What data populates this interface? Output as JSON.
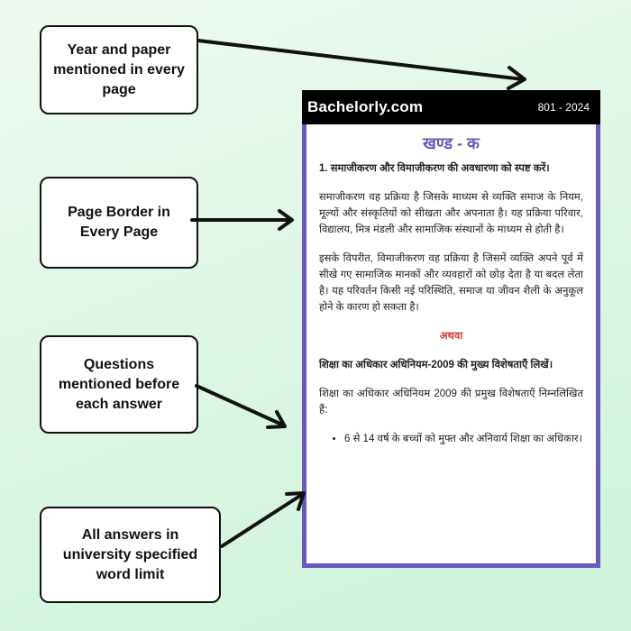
{
  "callouts": {
    "year_paper": "Year and paper mentioned in every page",
    "page_border": "Page Border in Every Page",
    "questions": "Questions mentioned before each answer",
    "word_limit": "All answers in university specified word limit"
  },
  "document": {
    "brand": "Bachelorly.com",
    "paper_code": "801 - 2024",
    "section_title": "खण्ड - क",
    "question1": "1. समाजीकरण और विमाजीकरण की अवधारणा को स्पष्ट करें।",
    "para1": "समाजीकरण वह प्रक्रिया है जिसके माध्यम से व्यक्ति समाज के नियम, मूल्यों और संस्कृतियों को सीखता और अपनाता है। यह प्रक्रिया परिवार, विद्यालय, मित्र मंडली और सामाजिक संस्थानों के माध्यम से होती है।",
    "para2": "इसके विपरीत, विमाजीकरण वह प्रक्रिया है जिसमें व्यक्ति अपने पूर्व में सीखे गए सामाजिक मानकों और व्यवहारों को छोड़ देता है या बदल लेता है। यह परिवर्तन किसी नई परिस्थिति, समाज या जीवन शैली के अनुकूल होने के कारण हो सकता है।",
    "or_label": "अथवा",
    "question2": "शिक्षा का अधिकार अधिनियम-2009 की मुख्य विशेषताएँ लिखें।",
    "para3": "शिक्षा का अधिकार अधिनियम 2009 की प्रमुख विशेषताएँ निम्नलिखित हैं:",
    "bullet1": "6 से 14 वर्ष के बच्चों को मुफ्त और अनिवार्य शिक्षा का अधिकार।"
  },
  "colors": {
    "border": "#6a59b8",
    "section_title": "#6a59b8",
    "or_label": "#d23a3a",
    "header_bg": "#000000"
  }
}
